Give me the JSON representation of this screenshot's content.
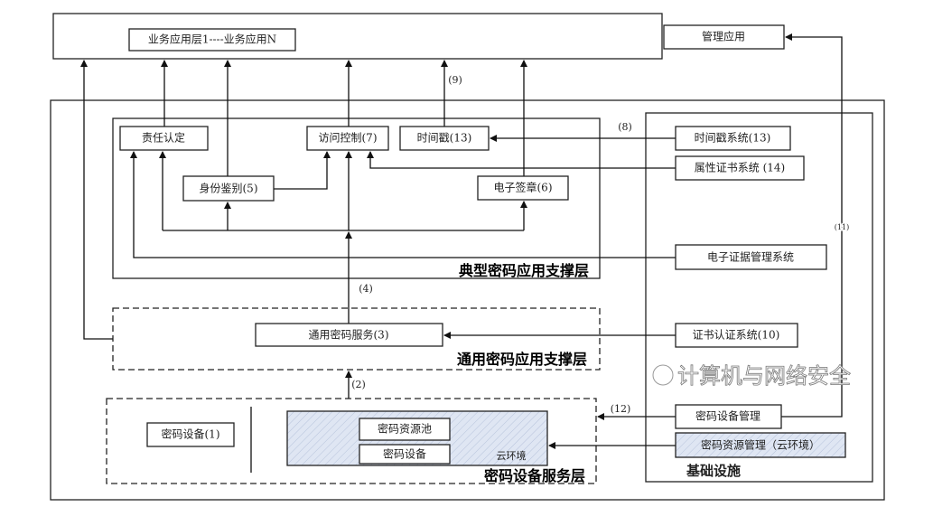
{
  "top": {
    "business_layer": "业务应用层1----业务应用N",
    "management_app": "管理应用"
  },
  "typical_layer": {
    "title": "典型密码应用支撑层",
    "items": [
      "责任认定",
      "访问控制(7)",
      "时间戳(13)",
      "身份鉴别(5)",
      "电子签章(6)"
    ]
  },
  "general_layer": {
    "title": "通用密码应用支撑层",
    "service": "通用密码服务(3)"
  },
  "device_layer": {
    "title": "密码设备服务层",
    "device": "密码设备(1)",
    "pool": "密码资源池",
    "cloud_device": "密码设备",
    "cloud_label": "云环境"
  },
  "infra": {
    "title": "基础设施",
    "items": [
      "时间戳系统(13)",
      "属性证书系统 (14)",
      "电子证据管理系统",
      "证书认证系统(10)",
      "密码设备管理",
      "密码资源管理（云环境）"
    ]
  },
  "labels": {
    "l2": "(2)",
    "l4": "(4)",
    "l8": "(8)",
    "l9": "(9)",
    "l11": "(11)",
    "l12": "(12)"
  },
  "watermark": "计算机与网络安全"
}
